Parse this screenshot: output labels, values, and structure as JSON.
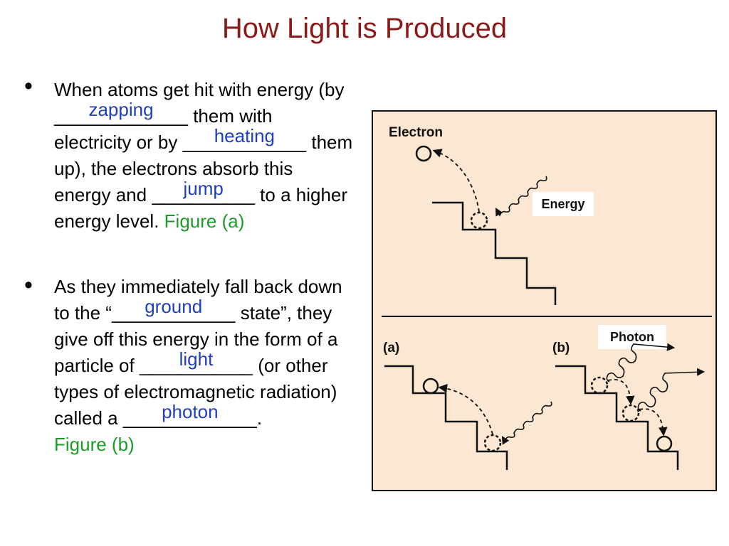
{
  "title": "How Light is Produced",
  "bullet_marker": "•",
  "paragraph1": {
    "t1": "When atoms get hit with energy (by ",
    "blank1_line": "_____________",
    "blank1_answer": "zapping",
    "t2": " them with electricity or by ",
    "blank2_line": "____________",
    "blank2_answer": "heating",
    "t3": " them up), the electrons absorb this energy and ",
    "blank3_line": "__________",
    "blank3_answer": "jump",
    "t4": " to a higher energy level. ",
    "figure_ref": "Figure (a)"
  },
  "paragraph2": {
    "t1": "As they immediately fall back down to the “",
    "blank1_line": "____________",
    "blank1_answer": "ground",
    "t2": " state”, they give off this energy in the form of a particle of ",
    "blank2_line": "___________",
    "blank2_answer": "light",
    "t3": " (or other types of electromagnetic  radiation) called a ",
    "blank3_line": "_____________",
    "blank3_answer": "photon",
    "t4": ".",
    "figure_ref": "Figure (b)"
  },
  "figure": {
    "label_electron": "Electron",
    "label_energy": "Energy",
    "label_photon": "Photon",
    "label_a": "(a)",
    "label_b": "(b)",
    "colors": {
      "panel_bg": "#fbe7d2",
      "stroke": "#111111",
      "title": "#8b1a1a",
      "answer": "#1f3fbf",
      "figure_ref": "#1c9b2a"
    }
  }
}
